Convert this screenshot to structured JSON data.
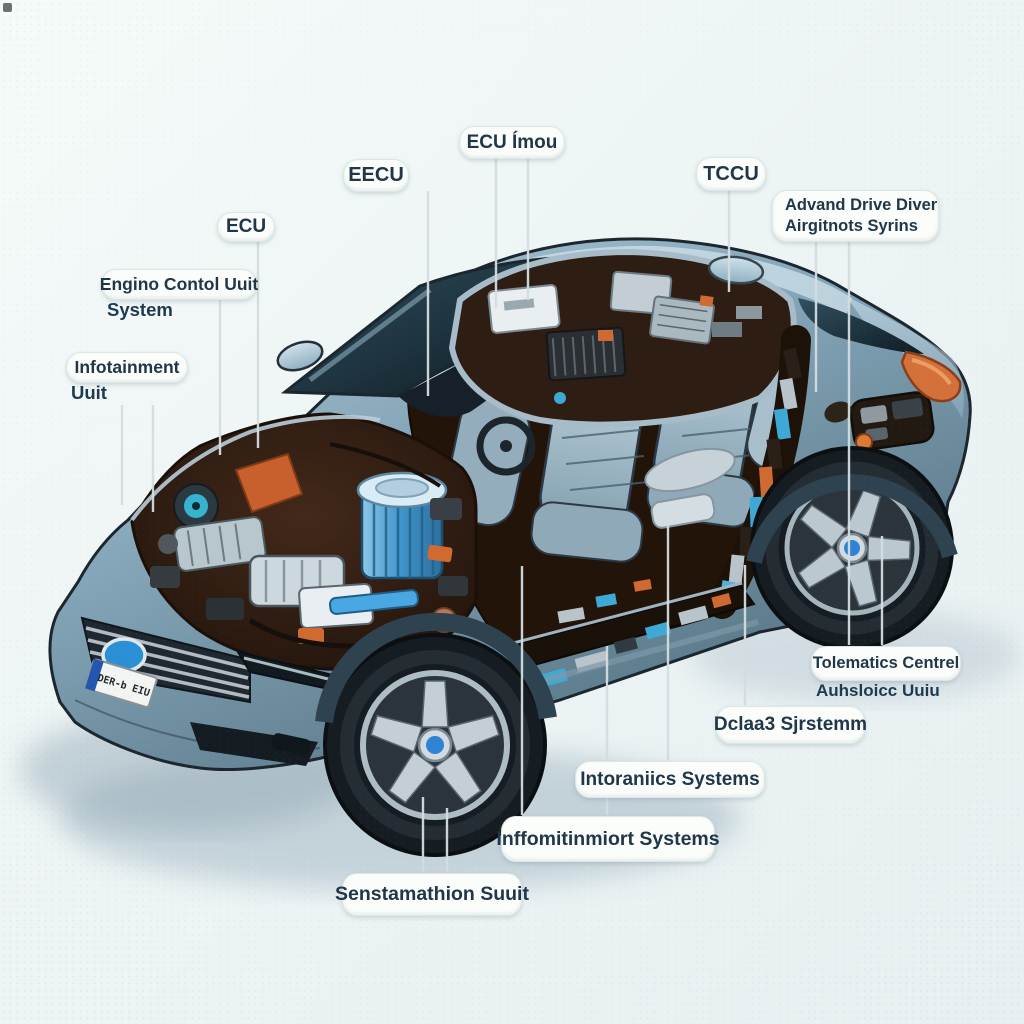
{
  "diagram": {
    "type": "car-electronics-cutaway-illustration",
    "labels": {
      "ecu": {
        "text": "ECU"
      },
      "eecu": {
        "text": "EECU"
      },
      "ecu_imou": {
        "text": "ECU Ímou"
      },
      "tccu": {
        "text": "TCCU"
      },
      "adas": {
        "text": "Advand Drive Diver",
        "text2": "Airgitnots Syrins"
      },
      "engine_control": {
        "text": "Engino Contol Uuit",
        "sub": "System"
      },
      "infotainment": {
        "text": "Infotainment",
        "sub": "Uuit"
      },
      "telematics": {
        "text": "Tolematics Centrel",
        "sub": "Auhsloicc Uuiu"
      },
      "dclaa3": {
        "text": "Dclaa3 Sjrstemm"
      },
      "intoraniics": {
        "text": "Intoraniics Systems"
      },
      "inffom": {
        "text": "Inffomitinmiort Systems"
      },
      "senstam": {
        "text": "Senstamathion Suuit"
      }
    },
    "license_plate": "DER-b EIU",
    "colors": {
      "body_blue": "#7fa0b4",
      "body_dark": "#3c5262",
      "accent_blue": "#3f9fd8",
      "accent_orange": "#cf6a33",
      "taillight_orange": "#d4713a",
      "label_text": "#20374a",
      "pill_background": "#fbfdfb",
      "leader_line": "#d4dde0",
      "background": "#eef5f4"
    }
  }
}
